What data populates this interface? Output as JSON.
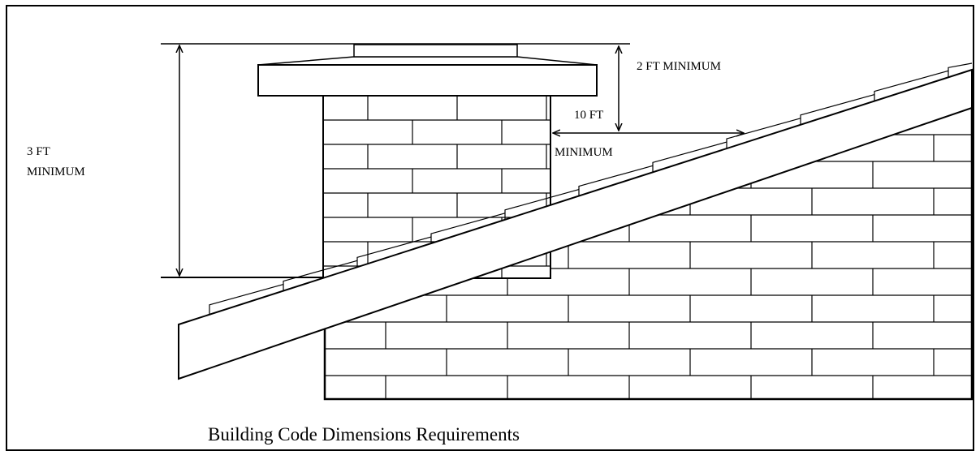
{
  "caption": "Building Code Dimensions Requirements",
  "labels": {
    "two_ft": "2 FT MINIMUM",
    "ten_ft": "10 FT",
    "ten_ft_minimum": "MINIMUM",
    "three_ft_line1": "3 FT",
    "three_ft_line2": "MINIMUM"
  },
  "colors": {
    "line": "#000000",
    "background": "#ffffff"
  }
}
